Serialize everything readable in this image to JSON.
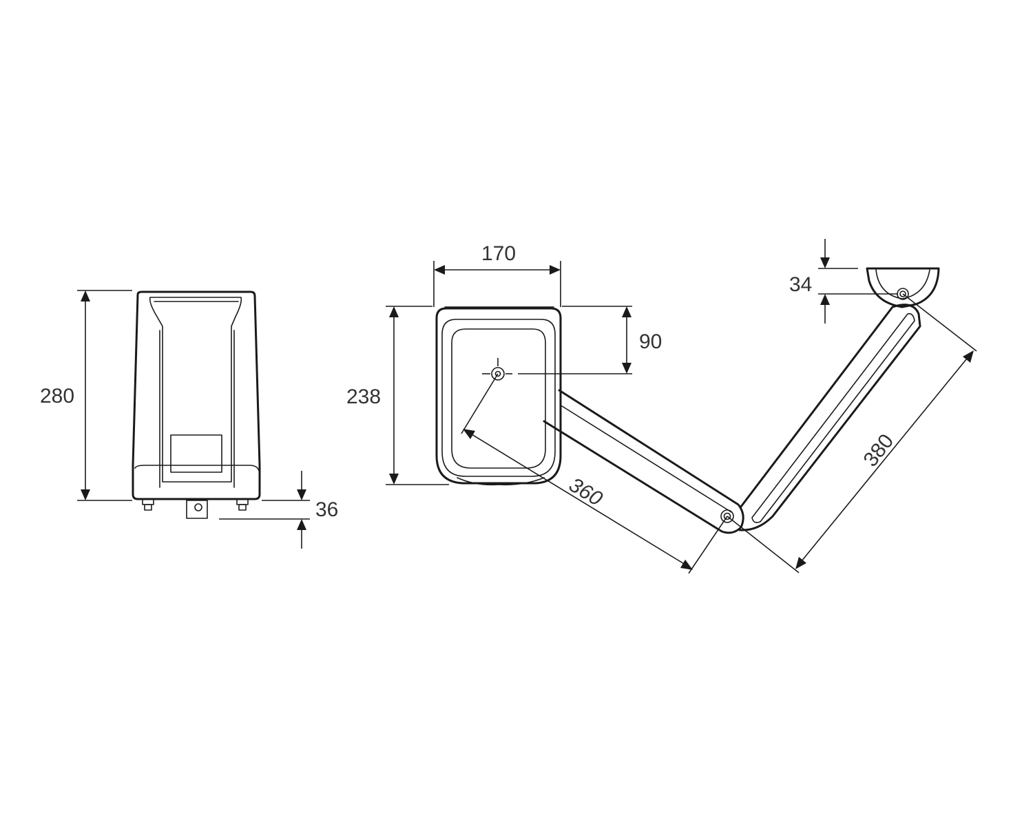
{
  "diagram": {
    "side_view": {
      "height_label": "280",
      "base_offset_label": "36"
    },
    "top_view": {
      "width_label": "170",
      "depth_label": "238",
      "pivot_offset_label": "90",
      "arm1_label": "360",
      "arm2_label": "380",
      "bracket_label": "34"
    }
  }
}
